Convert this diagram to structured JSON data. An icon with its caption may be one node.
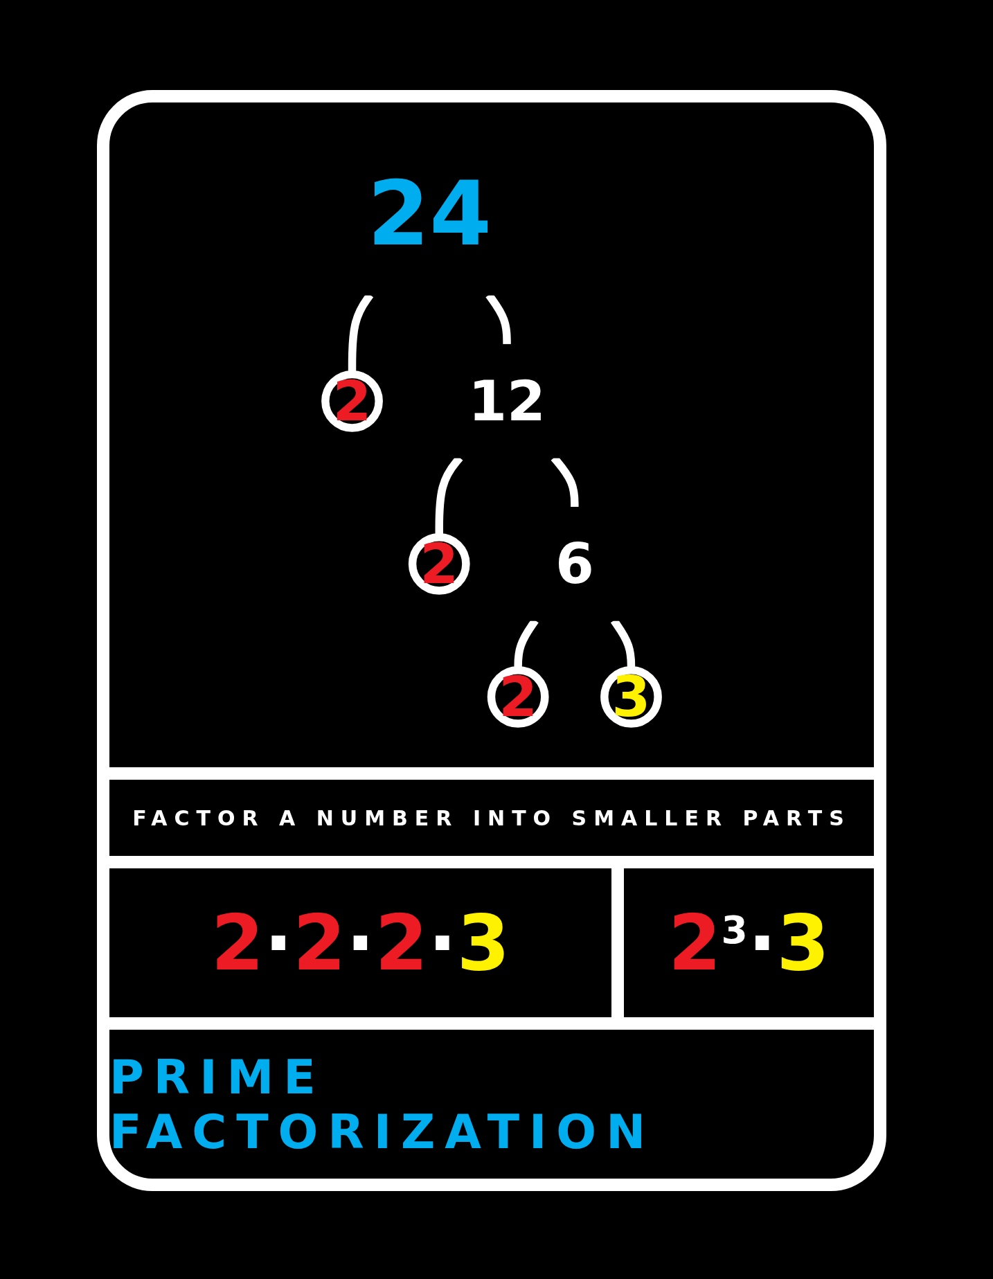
{
  "diagram": {
    "caption": "PRIME FACTORIZATION",
    "nodes": [
      {
        "text": [
          "24"
        ]
      },
      {
        "text": [
          "2"
        ]
      },
      {
        "text": [
          "12"
        ]
      },
      {
        "text": [
          "2"
        ]
      },
      {
        "text": [
          "6"
        ]
      },
      {
        "text": [
          "2"
        ]
      },
      {
        "text": [
          "3"
        ]
      }
    ],
    "edges": [
      {
        "from": 0,
        "to": 1,
        "arrow": "none"
      },
      {
        "from": 0,
        "to": 2,
        "arrow": "none"
      },
      {
        "from": 2,
        "to": 3,
        "arrow": "none"
      },
      {
        "from": 2,
        "to": 4,
        "arrow": "none"
      },
      {
        "from": 4,
        "to": 5,
        "arrow": "none"
      },
      {
        "from": 4,
        "to": 6,
        "arrow": "none"
      }
    ],
    "labels": [
      "FACTOR A NUMBER INTO SMALLER PARTS",
      "2·2·2·3",
      "2$^{3}$·3"
    ]
  }
}
